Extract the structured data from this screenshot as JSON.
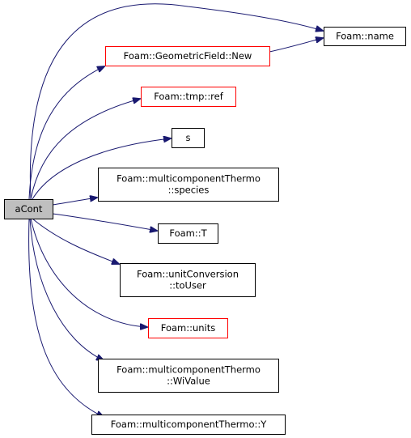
{
  "graph": {
    "root": {
      "label": "aCont",
      "fill": "#bfbfbf",
      "border": "#000000"
    },
    "nodes": [
      {
        "id": "name",
        "lines": [
          "Foam::name"
        ],
        "border": "black"
      },
      {
        "id": "gfnew",
        "lines": [
          "Foam::GeometricField::New"
        ],
        "border": "red"
      },
      {
        "id": "tmpref",
        "lines": [
          "Foam::tmp::ref"
        ],
        "border": "red"
      },
      {
        "id": "s",
        "lines": [
          "s"
        ],
        "border": "black"
      },
      {
        "id": "species",
        "lines": [
          "Foam::multicomponentThermo",
          "::species"
        ],
        "border": "black"
      },
      {
        "id": "T",
        "lines": [
          "Foam::T"
        ],
        "border": "black"
      },
      {
        "id": "touser",
        "lines": [
          "Foam::unitConversion",
          "::toUser"
        ],
        "border": "black"
      },
      {
        "id": "units",
        "lines": [
          "Foam::units"
        ],
        "border": "red"
      },
      {
        "id": "wivalue",
        "lines": [
          "Foam::multicomponentThermo",
          "::WiValue"
        ],
        "border": "black"
      },
      {
        "id": "Y",
        "lines": [
          "Foam::multicomponentThermo::Y"
        ],
        "border": "black"
      }
    ],
    "edges": [
      {
        "from": "root",
        "to": "name"
      },
      {
        "from": "root",
        "to": "gfnew"
      },
      {
        "from": "root",
        "to": "tmpref"
      },
      {
        "from": "root",
        "to": "s"
      },
      {
        "from": "root",
        "to": "species"
      },
      {
        "from": "root",
        "to": "T"
      },
      {
        "from": "root",
        "to": "touser"
      },
      {
        "from": "root",
        "to": "units"
      },
      {
        "from": "root",
        "to": "wivalue"
      },
      {
        "from": "root",
        "to": "Y"
      },
      {
        "from": "gfnew",
        "to": "name"
      }
    ],
    "colors": {
      "edge": "#191970",
      "red_border": "#ff0000",
      "black_border": "#000000",
      "text": "#000000"
    }
  }
}
